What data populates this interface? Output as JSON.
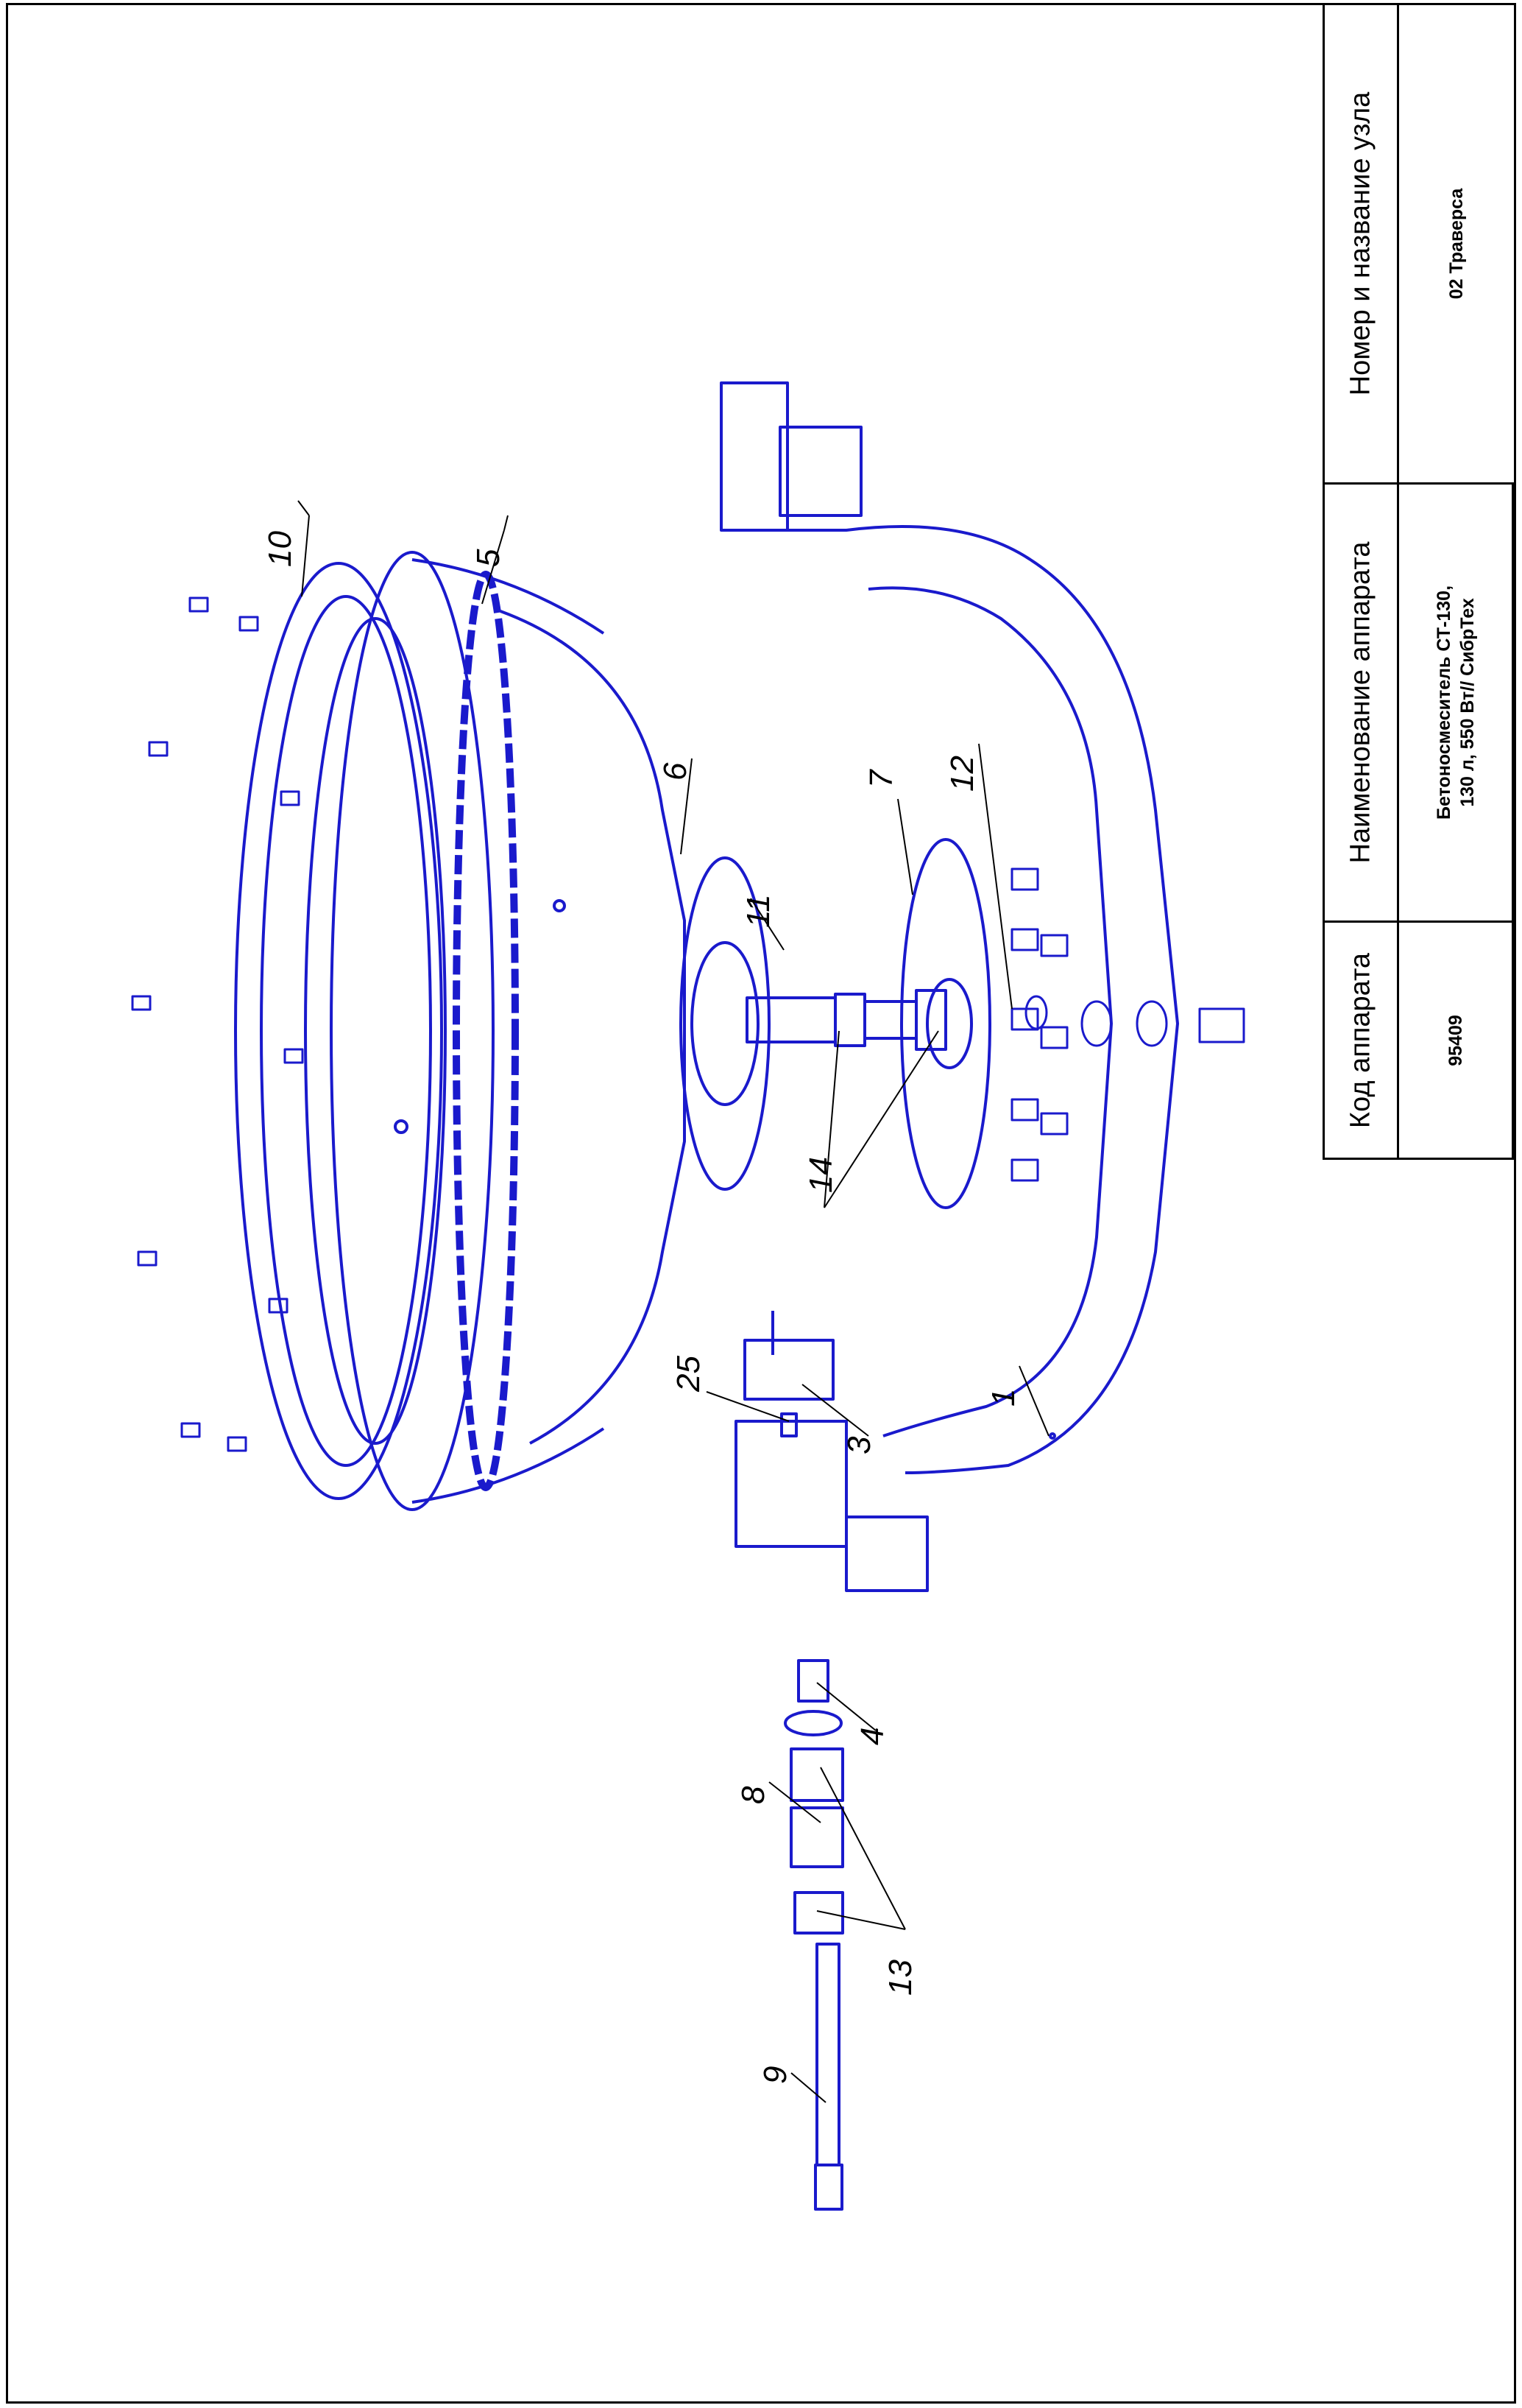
{
  "title_block": {
    "code_header": "Код аппарата",
    "code_value": "95409",
    "apparatus_header": "Наименование аппарата",
    "apparatus_value_line1": "Бетоносмеситель СТ-130,",
    "apparatus_value_line2": "130 л, 550 Вт// СибрТех",
    "node_header": "Номер и название узла",
    "node_value": "02 Траверса"
  },
  "callouts": [
    "10",
    "5",
    "6",
    "7",
    "12",
    "11",
    "14",
    "25",
    "3",
    "1",
    "4",
    "8",
    "13",
    "9"
  ],
  "colors": {
    "line": "#1a1acc",
    "frame": "#000000"
  }
}
